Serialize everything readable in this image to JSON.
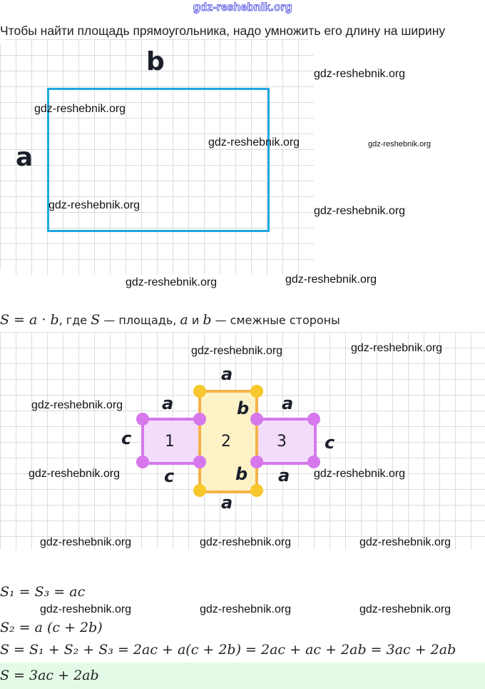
{
  "header": {
    "site": "gdz-reshebnik.org"
  },
  "intro": "Чтобы найти площадь прямоугольника, надо умножить его длину на ширину",
  "figure1": {
    "side_top": "b",
    "side_left": "a",
    "rect_color": "#1fa8e0"
  },
  "formula_area": {
    "math": "S = a · b",
    "text1": ", где ",
    "S": "S",
    "text2": " — площадь, ",
    "a": "a",
    "and": " и ",
    "b": "b",
    "text3": " — смежные стороны"
  },
  "figure2": {
    "labels": {
      "top_a": "a",
      "bottom_a": "a",
      "left_a": "a",
      "right_a_top": "a",
      "right_a_bottom": "a",
      "b_top": "b",
      "b_bottom": "b",
      "c_left": "c",
      "c_right": "c",
      "c_bottom": "c"
    },
    "regions": [
      "1",
      "2",
      "3"
    ],
    "colors": {
      "purple": "#d678ec",
      "yellow": "#f7c72c",
      "orange": "#f4b24a"
    }
  },
  "formulas": [
    "S₁ = S₃ = ac",
    "S₂ = a (c + 2b)",
    "S = S₁ + S₂ + S₃ = 2ac + a(c + 2b) = 2ac + ac + 2ab = 3ac + 2ab",
    "S = 3ac + 2ab"
  ],
  "watermarks": [
    "gdz-reshebnik.org",
    "gdz-reshebnik.org",
    "gdz-reshebnik.org",
    "gdz-reshebnik.org",
    "gdz-reshebnik.org",
    "gdz-reshebnik.org",
    "gdz-reshebnik.org",
    "gdz-reshebnik.org",
    "gdz-reshebnik.org",
    "gdz-reshebnik.org",
    "gdz-reshebnik.org",
    "gdz-reshebnik.org",
    "gdz-reshebnik.org",
    "gdz-reshebnik.org",
    "gdz-reshebnik.org",
    "gdz-reshebnik.org",
    "gdz-reshebnik.org",
    "gdz-reshebnik.org",
    "gdz-reshebnik.org"
  ]
}
